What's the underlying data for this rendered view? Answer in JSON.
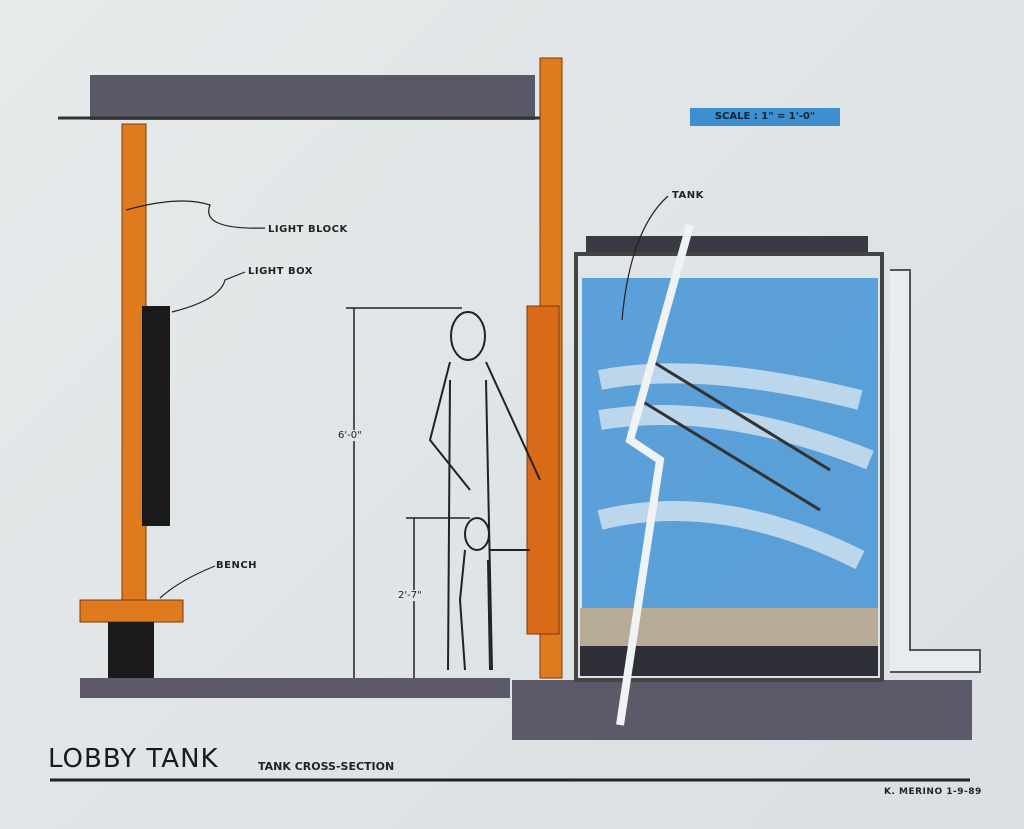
{
  "title": "LOBBY TANK",
  "subtitle": "TANK CROSS-SECTION",
  "scale": "SCALE : 1\" = 1'-0\"",
  "signature": "K. MERINO 1-9-89",
  "labels": {
    "tank": "TANK",
    "light_block": "LIGHT BLOCK",
    "light_box": "LIGHT BOX",
    "bench": "BENCH"
  },
  "dimensions": {
    "adult": "6'-0\"",
    "child": "2'-7\""
  },
  "colors": {
    "wood": "#e07a1e",
    "water": "#3a8ed4",
    "roof": "#5a5868",
    "ground": "#5c5a68"
  }
}
